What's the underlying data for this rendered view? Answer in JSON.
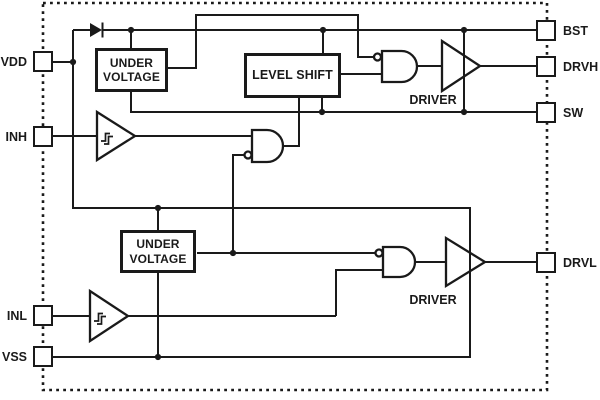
{
  "diagram_type": "gate-driver IC functional block diagram",
  "pins": {
    "vdd": "VDD",
    "inh": "INH",
    "inl": "INL",
    "vss": "VSS",
    "bst": "BST",
    "drvh": "DRVH",
    "sw": "SW",
    "drvl": "DRVL"
  },
  "blocks": {
    "under_voltage_high": {
      "line1": "UNDER",
      "line2": "VOLTAGE"
    },
    "under_voltage_low": {
      "line1": "UNDER",
      "line2": "VOLTAGE"
    },
    "level_shift": {
      "label": "LEVEL SHIFT"
    }
  },
  "labels": {
    "driver_high": "DRIVER",
    "driver_low": "DRIVER"
  },
  "components": {
    "bootstrap_diode": "diode-icon",
    "schmitt_high": "schmitt-trigger-icon",
    "schmitt_low": "schmitt-trigger-icon",
    "and_gate_high": "and-gate-inverted-input-icon",
    "and_gate_mid": "and-gate-inverted-input-icon",
    "and_gate_low": "and-gate-inverted-input-icon",
    "driver_high": "driver-triangle-icon",
    "driver_low": "driver-triangle-icon"
  },
  "colors": {
    "line": "#1a1a1a",
    "background": "#ffffff"
  }
}
